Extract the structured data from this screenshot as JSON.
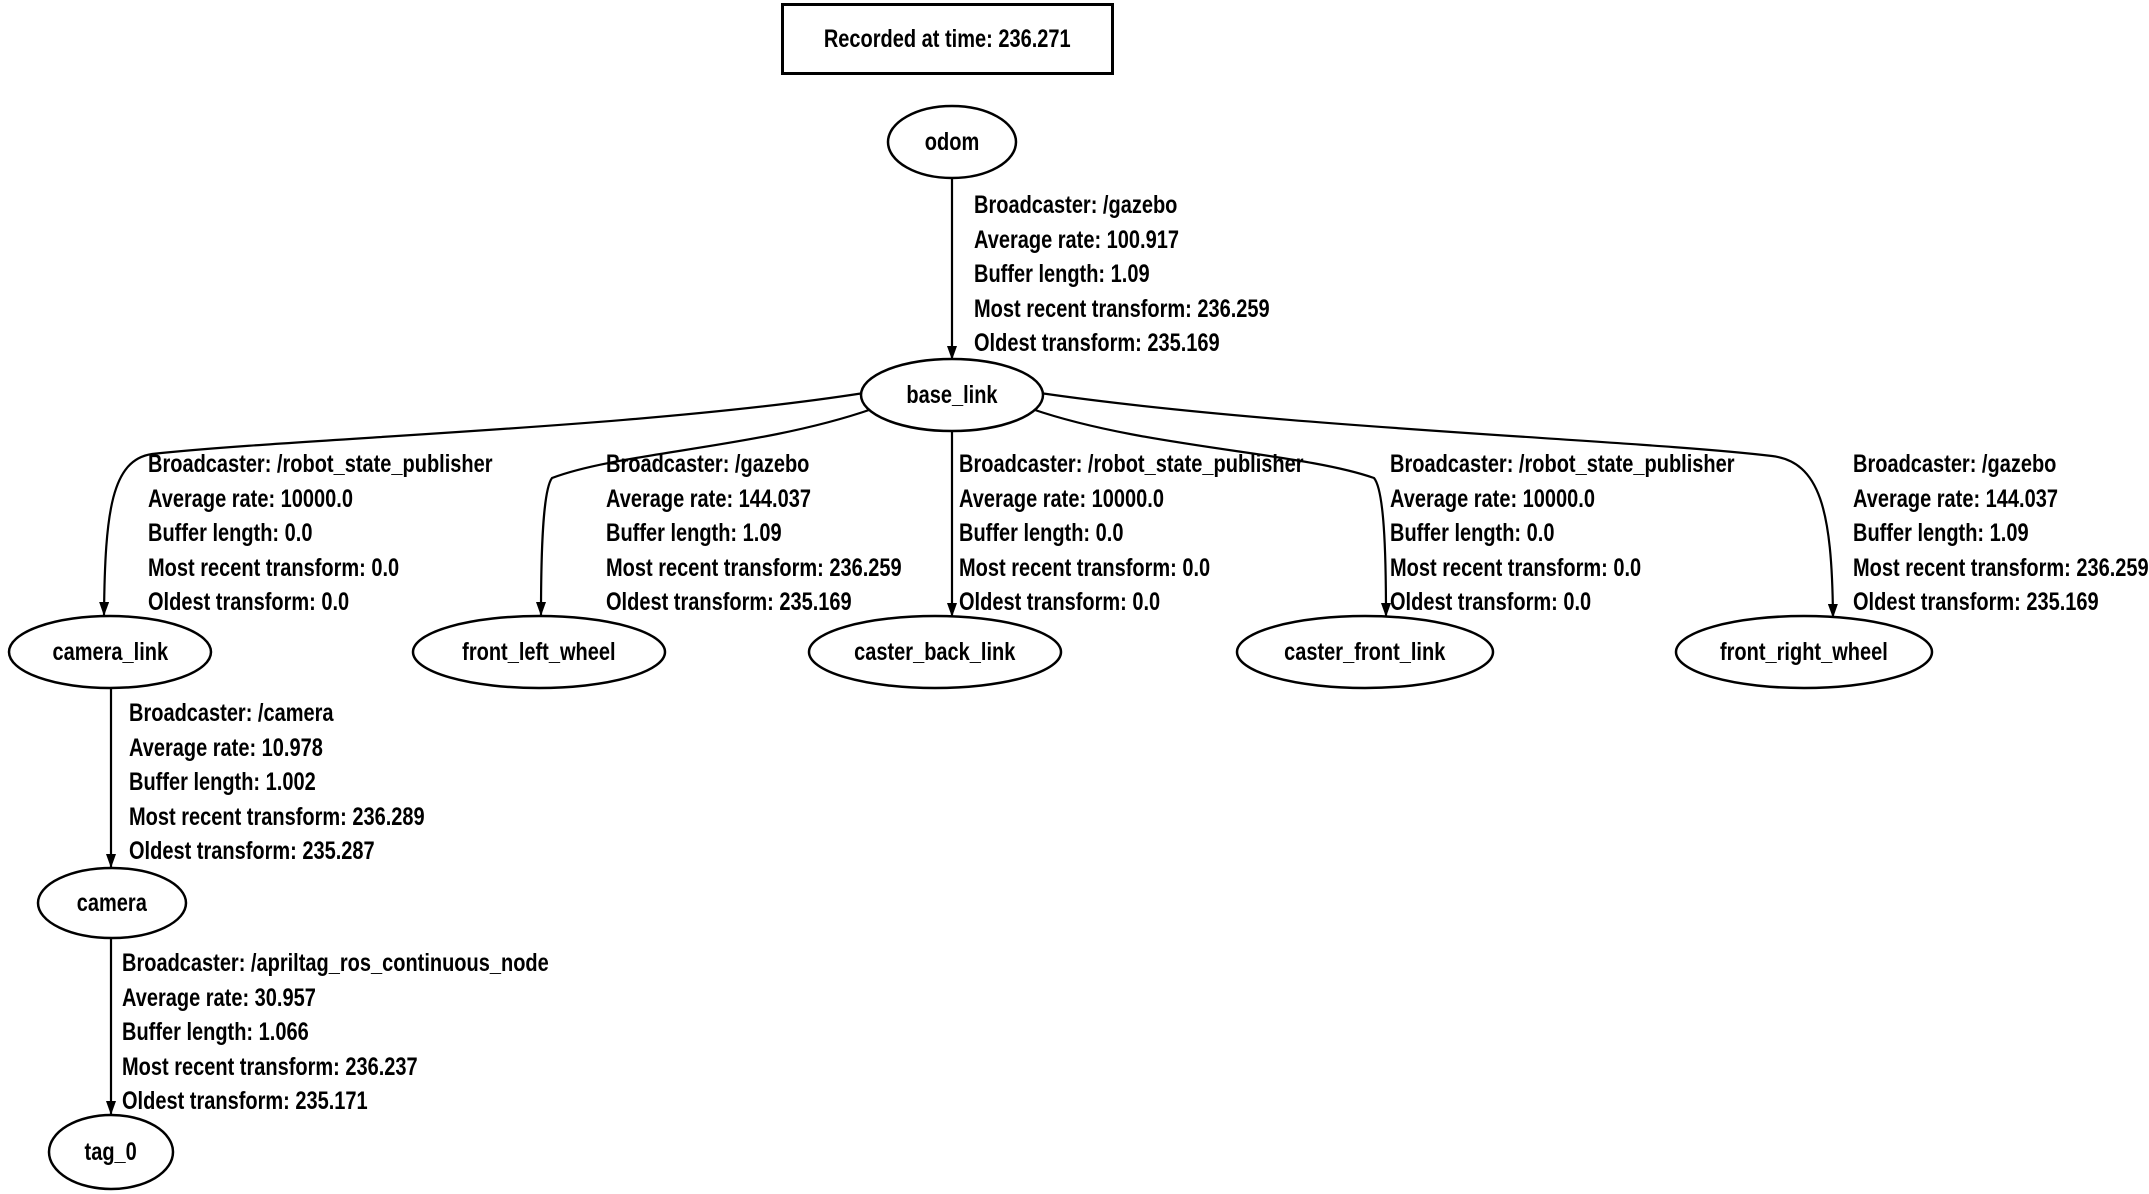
{
  "title": {
    "text": "Recorded at time: 236.271"
  },
  "nodes": {
    "odom": "odom",
    "base_link": "base_link",
    "camera_link": "camera_link",
    "front_left_wheel": "front_left_wheel",
    "caster_back_link": "caster_back_link",
    "caster_front_link": "caster_front_link",
    "front_right_wheel": "front_right_wheel",
    "camera": "camera",
    "tag_0": "tag_0"
  },
  "edges": {
    "odom_to_base_link": {
      "lines": [
        "Broadcaster: /gazebo",
        "Average rate: 100.917",
        "Buffer length: 1.09",
        "Most recent transform: 236.259",
        "Oldest transform: 235.169"
      ]
    },
    "base_link_to_camera_link": {
      "lines": [
        "Broadcaster: /robot_state_publisher",
        "Average rate: 10000.0",
        "Buffer length: 0.0",
        "Most recent transform: 0.0",
        "Oldest transform: 0.0"
      ]
    },
    "base_link_to_front_left_wheel": {
      "lines": [
        "Broadcaster: /gazebo",
        "Average rate: 144.037",
        "Buffer length: 1.09",
        "Most recent transform: 236.259",
        "Oldest transform: 235.169"
      ]
    },
    "base_link_to_caster_back_link": {
      "lines": [
        "Broadcaster: /robot_state_publisher",
        "Average rate: 10000.0",
        "Buffer length: 0.0",
        "Most recent transform: 0.0",
        "Oldest transform: 0.0"
      ]
    },
    "base_link_to_caster_front_link": {
      "lines": [
        "Broadcaster: /robot_state_publisher",
        "Average rate: 10000.0",
        "Buffer length: 0.0",
        "Most recent transform: 0.0",
        "Oldest transform: 0.0"
      ]
    },
    "base_link_to_front_right_wheel": {
      "lines": [
        "Broadcaster: /gazebo",
        "Average rate: 144.037",
        "Buffer length: 1.09",
        "Most recent transform: 236.259",
        "Oldest transform: 235.169"
      ]
    },
    "camera_link_to_camera": {
      "lines": [
        "Broadcaster: /camera",
        "Average rate: 10.978",
        "Buffer length: 1.002",
        "Most recent transform: 236.289",
        "Oldest transform: 235.287"
      ]
    },
    "camera_to_tag_0": {
      "lines": [
        "Broadcaster: /apriltag_ros_continuous_node",
        "Average rate: 30.957",
        "Buffer length: 1.066",
        "Most recent transform: 236.237",
        "Oldest transform: 235.171"
      ]
    }
  }
}
